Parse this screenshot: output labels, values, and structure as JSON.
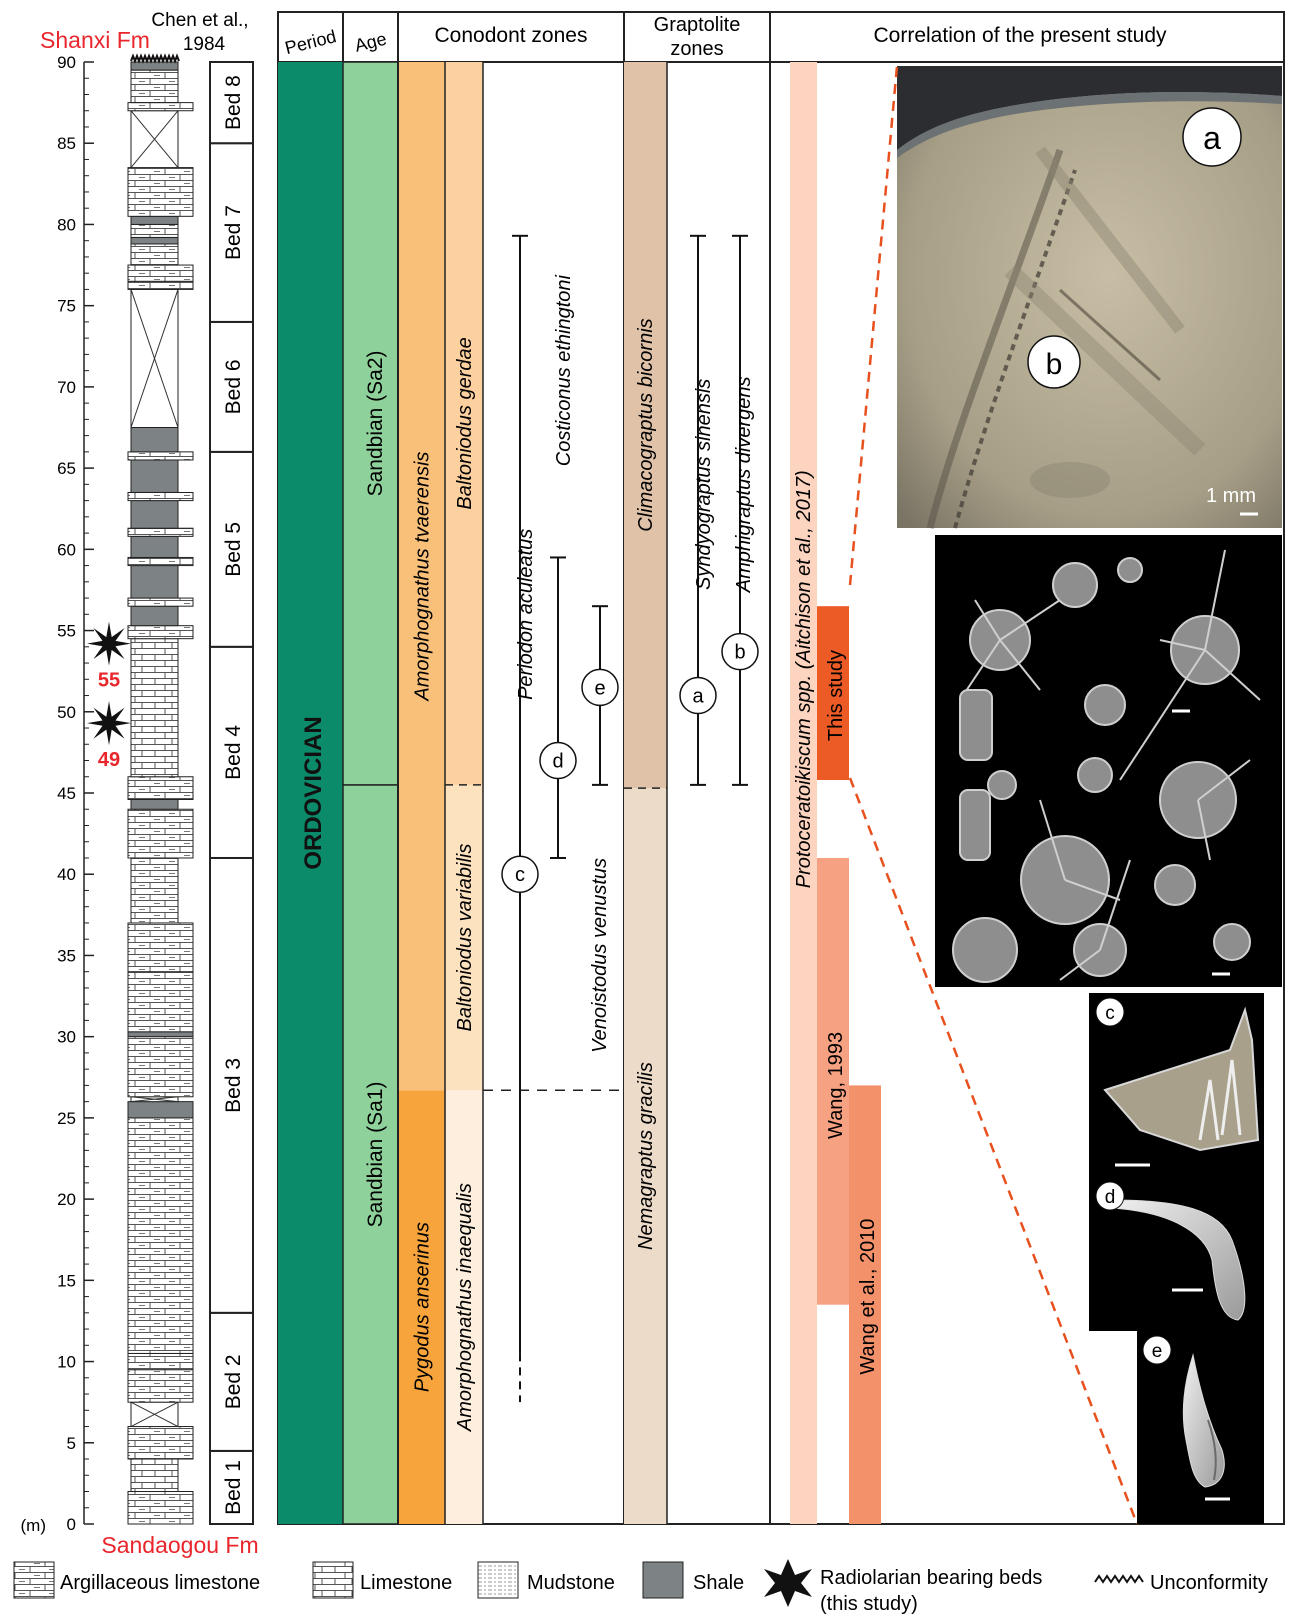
{
  "header": {
    "top_formation": "Shanxi Fm",
    "bottom_formation": "Sandaogou Fm",
    "chen_reference_line1": "Chen et al.,",
    "chen_reference_line2": "1984",
    "col_period": "Period",
    "col_age": "Age",
    "col_conodont": "Conodont zones",
    "col_graptolite_line1": "Graptolite",
    "col_graptolite_line2": "zones",
    "col_correlation": "Correlation of the present study"
  },
  "depth_axis": {
    "unit": "(m)",
    "ticks": [
      "0",
      "5",
      "10",
      "15",
      "20",
      "25",
      "30",
      "35",
      "40",
      "45",
      "50",
      "55",
      "60",
      "65",
      "70",
      "75",
      "80",
      "85",
      "90"
    ],
    "tick_values": [
      0,
      5,
      10,
      15,
      20,
      25,
      30,
      35,
      40,
      45,
      50,
      55,
      60,
      65,
      70,
      75,
      80,
      85,
      90
    ]
  },
  "beds": [
    {
      "label": "Bed 1",
      "from": 0,
      "to": 4.5
    },
    {
      "label": "Bed 2",
      "from": 4.5,
      "to": 13
    },
    {
      "label": "Bed 3",
      "from": 13,
      "to": 41
    },
    {
      "label": "Bed 4",
      "from": 41,
      "to": 54
    },
    {
      "label": "Bed 5",
      "from": 54,
      "to": 66
    },
    {
      "label": "Bed 6",
      "from": 66,
      "to": 74
    },
    {
      "label": "Bed 7",
      "from": 74,
      "to": 85
    },
    {
      "label": "Bed 8",
      "from": 85,
      "to": 90
    }
  ],
  "lithology": [
    {
      "type": "argillaceous",
      "from": 0,
      "to": 2,
      "wide": true
    },
    {
      "type": "limestone",
      "from": 2,
      "to": 4,
      "wide": false
    },
    {
      "type": "argillaceous",
      "from": 4,
      "to": 6,
      "wide": true
    },
    {
      "type": "cross",
      "from": 6,
      "to": 7.5,
      "wide": false
    },
    {
      "type": "argillaceous",
      "from": 7.5,
      "to": 9.5,
      "wide": true
    },
    {
      "type": "argillaceous",
      "from": 9.5,
      "to": 10.5,
      "wide": true
    },
    {
      "type": "argillaceous",
      "from": 10.5,
      "to": 25,
      "wide": true
    },
    {
      "type": "shale",
      "from": 25,
      "to": 26,
      "wide": true
    },
    {
      "type": "cross",
      "from": 26,
      "to": 26.3,
      "wide": false
    },
    {
      "type": "argillaceous",
      "from": 26.3,
      "to": 30,
      "wide": true
    },
    {
      "type": "shale",
      "from": 30,
      "to": 30.3,
      "wide": true
    },
    {
      "type": "argillaceous",
      "from": 30.3,
      "to": 34,
      "wide": true
    },
    {
      "type": "argillaceous",
      "from": 34,
      "to": 37,
      "wide": true
    },
    {
      "type": "argillaceous",
      "from": 37,
      "to": 41,
      "wide": false
    },
    {
      "type": "argillaceous",
      "from": 41,
      "to": 44,
      "wide": true
    },
    {
      "type": "shale",
      "from": 44,
      "to": 44.6,
      "wide": false
    },
    {
      "type": "argillaceous",
      "from": 44.6,
      "to": 46,
      "wide": true
    },
    {
      "type": "limestone",
      "from": 46,
      "to": 54.5,
      "wide": false
    },
    {
      "type": "argillaceous",
      "from": 54.5,
      "to": 55.3,
      "wide": true
    },
    {
      "type": "shale",
      "from": 55.3,
      "to": 56.5,
      "wide": false
    },
    {
      "type": "argillaceous",
      "from": 56.5,
      "to": 57,
      "wide": true
    },
    {
      "type": "shale",
      "from": 57,
      "to": 59,
      "wide": false
    },
    {
      "type": "argillaceous",
      "from": 59,
      "to": 59.5,
      "wide": true
    },
    {
      "type": "shale",
      "from": 59.5,
      "to": 60.8,
      "wide": false
    },
    {
      "type": "argillaceous",
      "from": 60.8,
      "to": 61.3,
      "wide": true
    },
    {
      "type": "shale",
      "from": 61.3,
      "to": 63,
      "wide": false
    },
    {
      "type": "argillaceous",
      "from": 63,
      "to": 63.5,
      "wide": true
    },
    {
      "type": "shale",
      "from": 63.5,
      "to": 65.5,
      "wide": false
    },
    {
      "type": "argillaceous",
      "from": 65.5,
      "to": 66,
      "wide": true
    },
    {
      "type": "shale",
      "from": 66,
      "to": 67.5,
      "wide": false
    },
    {
      "type": "cross",
      "from": 67.5,
      "to": 76,
      "wide": false
    },
    {
      "type": "argillaceous",
      "from": 76,
      "to": 76.5,
      "wide": true
    },
    {
      "type": "argillaceous",
      "from": 76.5,
      "to": 77.5,
      "wide": true
    },
    {
      "type": "argillaceous",
      "from": 77.5,
      "to": 78.8,
      "wide": false
    },
    {
      "type": "shale",
      "from": 78.8,
      "to": 79.2,
      "wide": false
    },
    {
      "type": "argillaceous",
      "from": 79.2,
      "to": 80,
      "wide": false
    },
    {
      "type": "shale",
      "from": 80,
      "to": 80.5,
      "wide": false
    },
    {
      "type": "argillaceous",
      "from": 80.5,
      "to": 83.5,
      "wide": true
    },
    {
      "type": "cross",
      "from": 83.5,
      "to": 87,
      "wide": false
    },
    {
      "type": "argillaceous",
      "from": 87,
      "to": 87.5,
      "wide": true
    },
    {
      "type": "argillaceous",
      "from": 87.5,
      "to": 89.5,
      "wide": false
    },
    {
      "type": "shale",
      "from": 89.5,
      "to": 90,
      "wide": false
    }
  ],
  "samples": [
    {
      "label": "55",
      "depth": 54.2
    },
    {
      "label": "49",
      "depth": 49.3
    }
  ],
  "period": {
    "label": "ORDOVICIAN",
    "color": "#0b8b6a"
  },
  "ages": [
    {
      "label": "Sandbian (Sa1)",
      "from": 0,
      "to": 45.5
    },
    {
      "label": "Sandbian (Sa2)",
      "from": 45.5,
      "to": 90
    }
  ],
  "conodont_zones": [
    {
      "label": "Pygodus anserinus",
      "from": 0,
      "to": 26.7,
      "column": 1,
      "color": "#f6a43b"
    },
    {
      "label": "Amorphognathus tvaerensis",
      "from": 26.7,
      "to": 90,
      "column": 1,
      "color": "#f9c07a"
    },
    {
      "label": "Amorphognathus inaequalis",
      "from": 0,
      "to": 26.7,
      "column": 2,
      "color": "#fdeede"
    },
    {
      "label": "Baltoniodus variabilis",
      "from": 26.7,
      "to": 45.5,
      "column": 2,
      "color": "#fde2c0"
    },
    {
      "label": "Baltoniodus gerdae",
      "from": 45.5,
      "to": 90,
      "column": 2,
      "color": "#fdd0a0"
    }
  ],
  "conodont_ranges": [
    {
      "label": "Periodon aculeatus",
      "marker": "c",
      "from": 7.5,
      "to": 79.3
    },
    {
      "label": "Costiconus ethingtoni",
      "marker": "d",
      "from": 41,
      "to": 59.5
    },
    {
      "label": "Venoistodus venustus",
      "marker": "e",
      "from": 45.5,
      "to": 56.5
    }
  ],
  "graptolite_zones": [
    {
      "label": "Nemagraptus gracilis",
      "from": 0,
      "to": 45.3,
      "color": "#ecdbc8"
    },
    {
      "label": "Climacograptus bicornis",
      "from": 45.3,
      "to": 90,
      "color": "#dfc2a8"
    }
  ],
  "graptolite_ranges": [
    {
      "label": "Syndyograptus sinensis",
      "marker": "a",
      "from": 45.5,
      "to": 79.3
    },
    {
      "label": "Amphigraptus divergens",
      "marker": "b",
      "from": 45.5,
      "to": 79.3
    }
  ],
  "correlation": [
    {
      "label": "Protoceratoikiscum spp. (Aitchison et al., 2017)",
      "from": 0,
      "to": 90,
      "color": "#fdd4bf"
    },
    {
      "label": "This study",
      "from": 45.8,
      "to": 56.5,
      "color": "#ec5a25"
    },
    {
      "label": "Wang, 1993",
      "from": 13.5,
      "to": 41,
      "color": "#f6a181"
    },
    {
      "label": "Wang et al., 2010",
      "from": 0,
      "to": 27,
      "color": "#f3916b"
    }
  ],
  "photos": [
    {
      "id": "graptolite-photo",
      "labels": [
        "a",
        "b"
      ],
      "scale": "1 mm"
    },
    {
      "id": "radiolarian-photo",
      "labels": []
    },
    {
      "id": "conodont-c",
      "labels": [
        "c"
      ]
    },
    {
      "id": "conodont-d",
      "labels": [
        "d"
      ]
    },
    {
      "id": "conodont-e",
      "labels": [
        "e"
      ]
    }
  ],
  "legend": [
    {
      "label": "Argillaceous limestone",
      "swatch": "argillaceous"
    },
    {
      "label": "Limestone",
      "swatch": "limestone"
    },
    {
      "label": "Mudstone",
      "swatch": "mudstone"
    },
    {
      "label": "Shale",
      "swatch": "shale"
    },
    {
      "label": "Radiolarian bearing beds",
      "label2": "(this study)",
      "swatch": "star"
    },
    {
      "label": "Unconformity",
      "swatch": "unconformity"
    }
  ],
  "colors": {
    "accent_red": "#e8262c",
    "dashed_orange": "#e8501e",
    "shale_gray": "#7d8285",
    "age_green": "#8fd19a"
  }
}
